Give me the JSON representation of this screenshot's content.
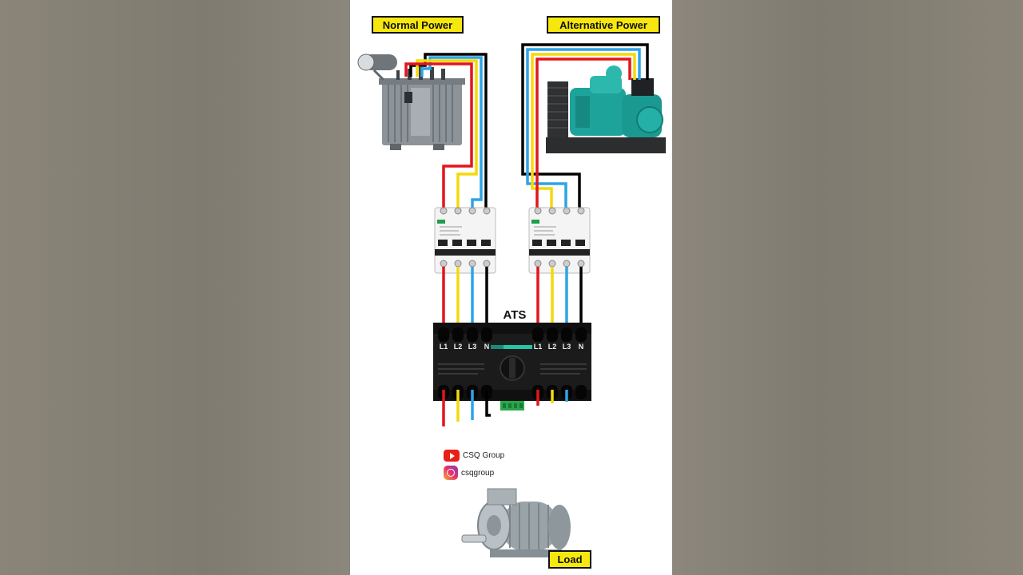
{
  "labels": {
    "normal_power": "Normal Power",
    "alternative_power": "Alternative Power",
    "ats": "ATS",
    "load": "Load"
  },
  "ats_terminals": {
    "left": [
      "L1",
      "L2",
      "L3",
      "N"
    ],
    "right": [
      "L1",
      "L2",
      "L3",
      "N"
    ]
  },
  "social": {
    "youtube": "CSQ Group",
    "instagram": "csqgroup"
  },
  "icons": [
    "transformer-icon",
    "generator-icon",
    "breaker-icon",
    "ats-switch-icon",
    "motor-icon",
    "youtube-icon",
    "instagram-icon"
  ],
  "wire_colors": {
    "l1": "#e3151b",
    "l2": "#f5d90a",
    "l3": "#2ea4e6",
    "n": "#111111"
  }
}
